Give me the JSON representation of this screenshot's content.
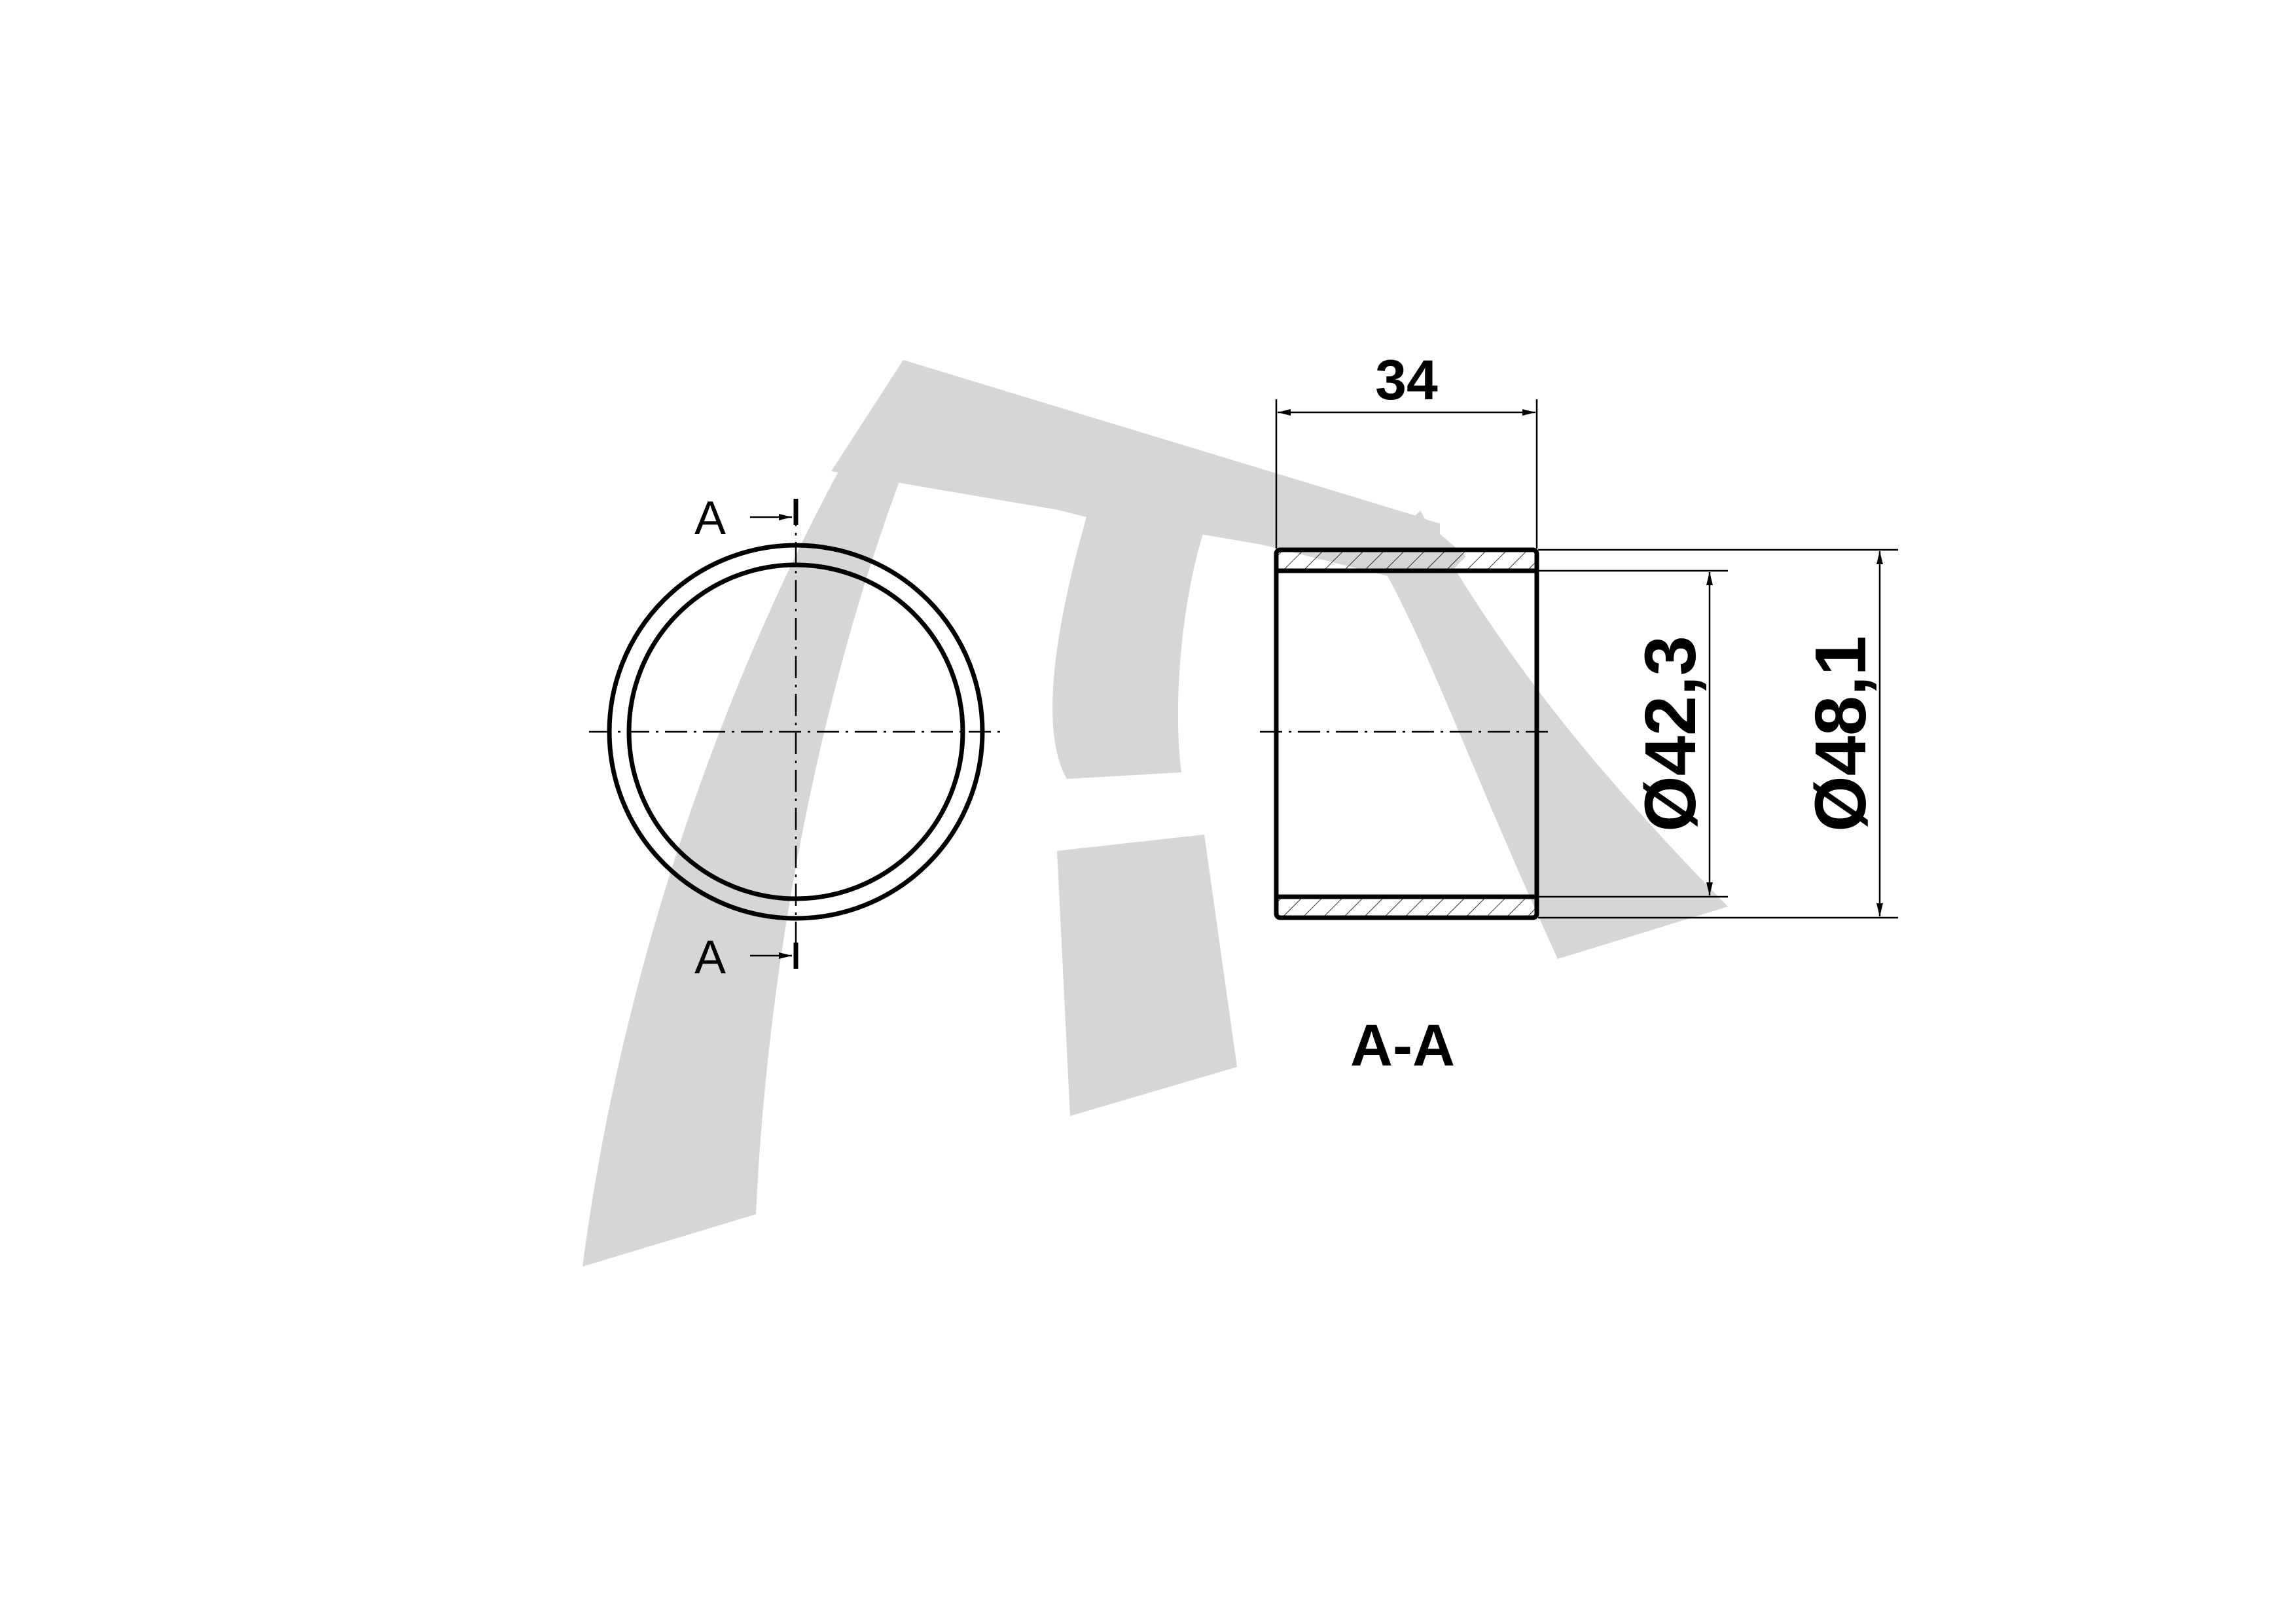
{
  "colors": {
    "line": "#000000",
    "watermark": "#d6d6d6",
    "background": "#ffffff"
  },
  "watermark": {
    "icon": "logo-watermark"
  },
  "front_view": {
    "section_mark_top": "A",
    "section_mark_bottom": "A"
  },
  "section_view": {
    "title": "A-A",
    "dim_length": "34",
    "dim_inner_diameter": "Ø42,3",
    "dim_outer_diameter": "Ø48,1"
  }
}
